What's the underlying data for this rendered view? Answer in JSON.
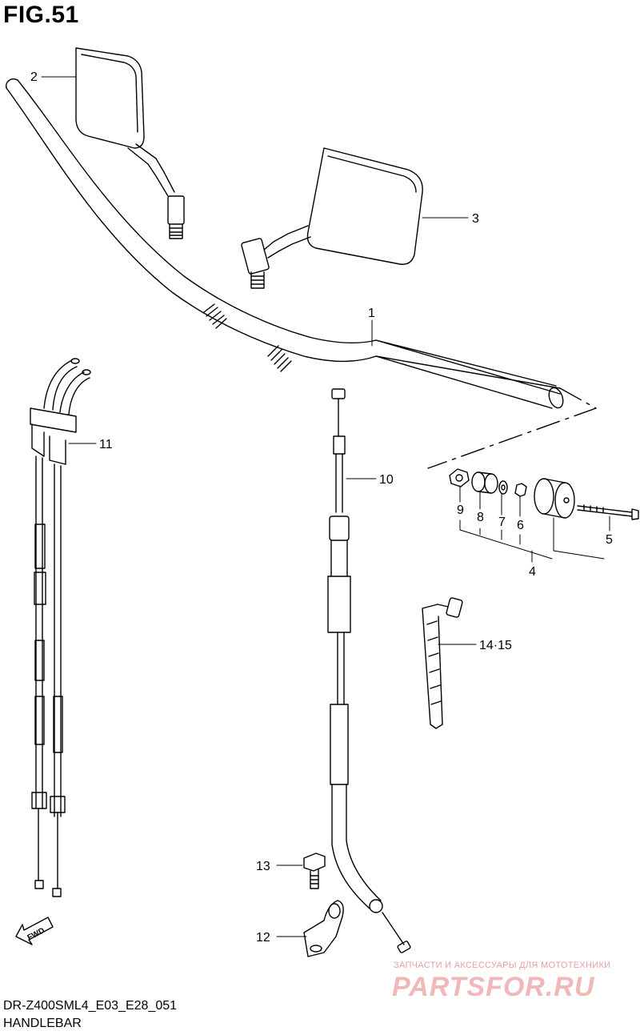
{
  "figure": {
    "title": "FIG.51"
  },
  "callouts": [
    {
      "id": "c1",
      "label": "1"
    },
    {
      "id": "c2",
      "label": "2"
    },
    {
      "id": "c3",
      "label": "3"
    },
    {
      "id": "c4",
      "label": "4"
    },
    {
      "id": "c5",
      "label": "5"
    },
    {
      "id": "c6",
      "label": "6"
    },
    {
      "id": "c7",
      "label": "7"
    },
    {
      "id": "c8",
      "label": "8"
    },
    {
      "id": "c9",
      "label": "9"
    },
    {
      "id": "c10",
      "label": "10"
    },
    {
      "id": "c11",
      "label": "11"
    },
    {
      "id": "c12",
      "label": "12"
    },
    {
      "id": "c13",
      "label": "13"
    },
    {
      "id": "c1415",
      "label": "14·15"
    }
  ],
  "fwd_label": "FWD",
  "footer": {
    "model_code": "DR-Z400SML4_E03_E28_051",
    "section_name": "HANDLEBAR"
  },
  "watermark": {
    "tagline": "ЗАПЧАСТИ И АКСЕССУАРЫ ДЛЯ МОТОТЕХНИКИ",
    "brand": "PARTSFOR.RU"
  }
}
